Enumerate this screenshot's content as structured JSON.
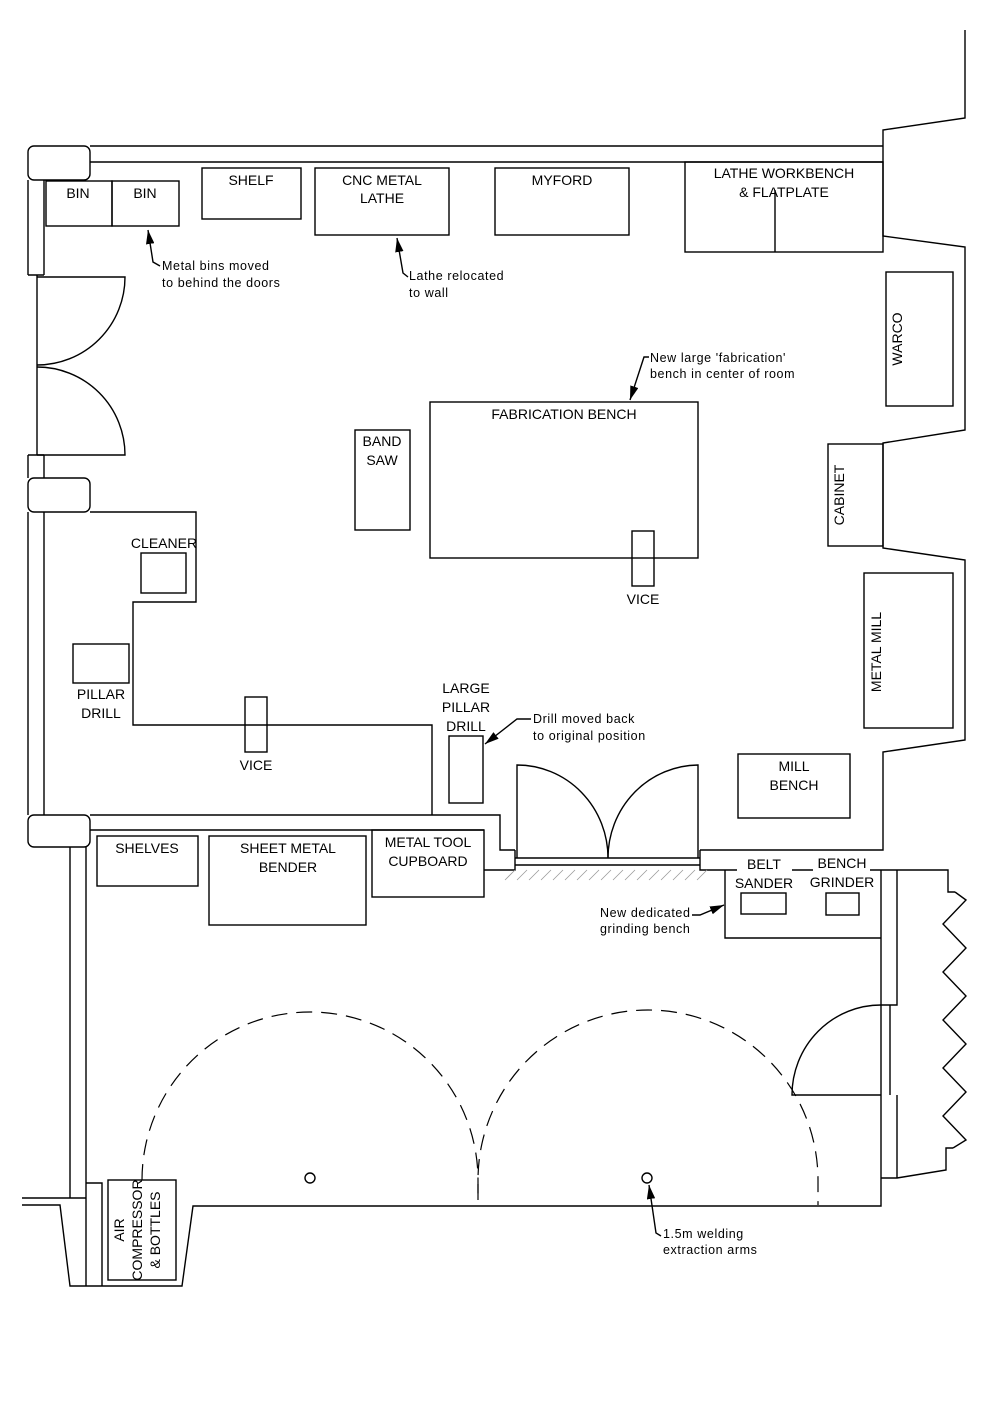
{
  "equipment": {
    "bin1": "BIN",
    "bin2": "BIN",
    "shelf": "SHELF",
    "cnc": [
      "CNC METAL",
      "LATHE"
    ],
    "myford": "MYFORD",
    "lathe_workbench": [
      "LATHE WORKBENCH",
      "& FLATPLATE"
    ],
    "warco": "WARCO",
    "cabinet": "CABINET",
    "metal_mill": "METAL MILL",
    "fabrication_bench": "FABRICATION BENCH",
    "vice_center": "VICE",
    "band_saw": [
      "BAND",
      "SAW"
    ],
    "cleaner": "CLEANER",
    "pillar_drill": [
      "PILLAR",
      "DRILL"
    ],
    "vice_left": "VICE",
    "large_pillar_drill": [
      "LARGE",
      "PILLAR",
      "DRILL"
    ],
    "mill_bench": [
      "MILL",
      "BENCH"
    ],
    "shelves": "SHELVES",
    "sheet_metal_bender": [
      "SHEET METAL",
      "BENDER"
    ],
    "metal_tool_cupboard": [
      "METAL TOOL",
      "CUPBOARD"
    ],
    "belt_sander": [
      "BELT",
      "SANDER"
    ],
    "bench_grinder": [
      "BENCH",
      "GRINDER"
    ],
    "air_compressor": [
      "AIR",
      "COMPRESSOR",
      "& BOTTLES"
    ]
  },
  "notes": {
    "bins": [
      "Metal bins moved",
      "to behind the doors"
    ],
    "lathe": [
      "Lathe relocated",
      "to wall"
    ],
    "fabrication": [
      "New large 'fabrication'",
      "bench in center of room"
    ],
    "drill": [
      "Drill moved back",
      "to original position"
    ],
    "grinding": [
      "New dedicated",
      "grinding bench"
    ],
    "welding": [
      "1.5m welding",
      "extraction arms"
    ]
  }
}
